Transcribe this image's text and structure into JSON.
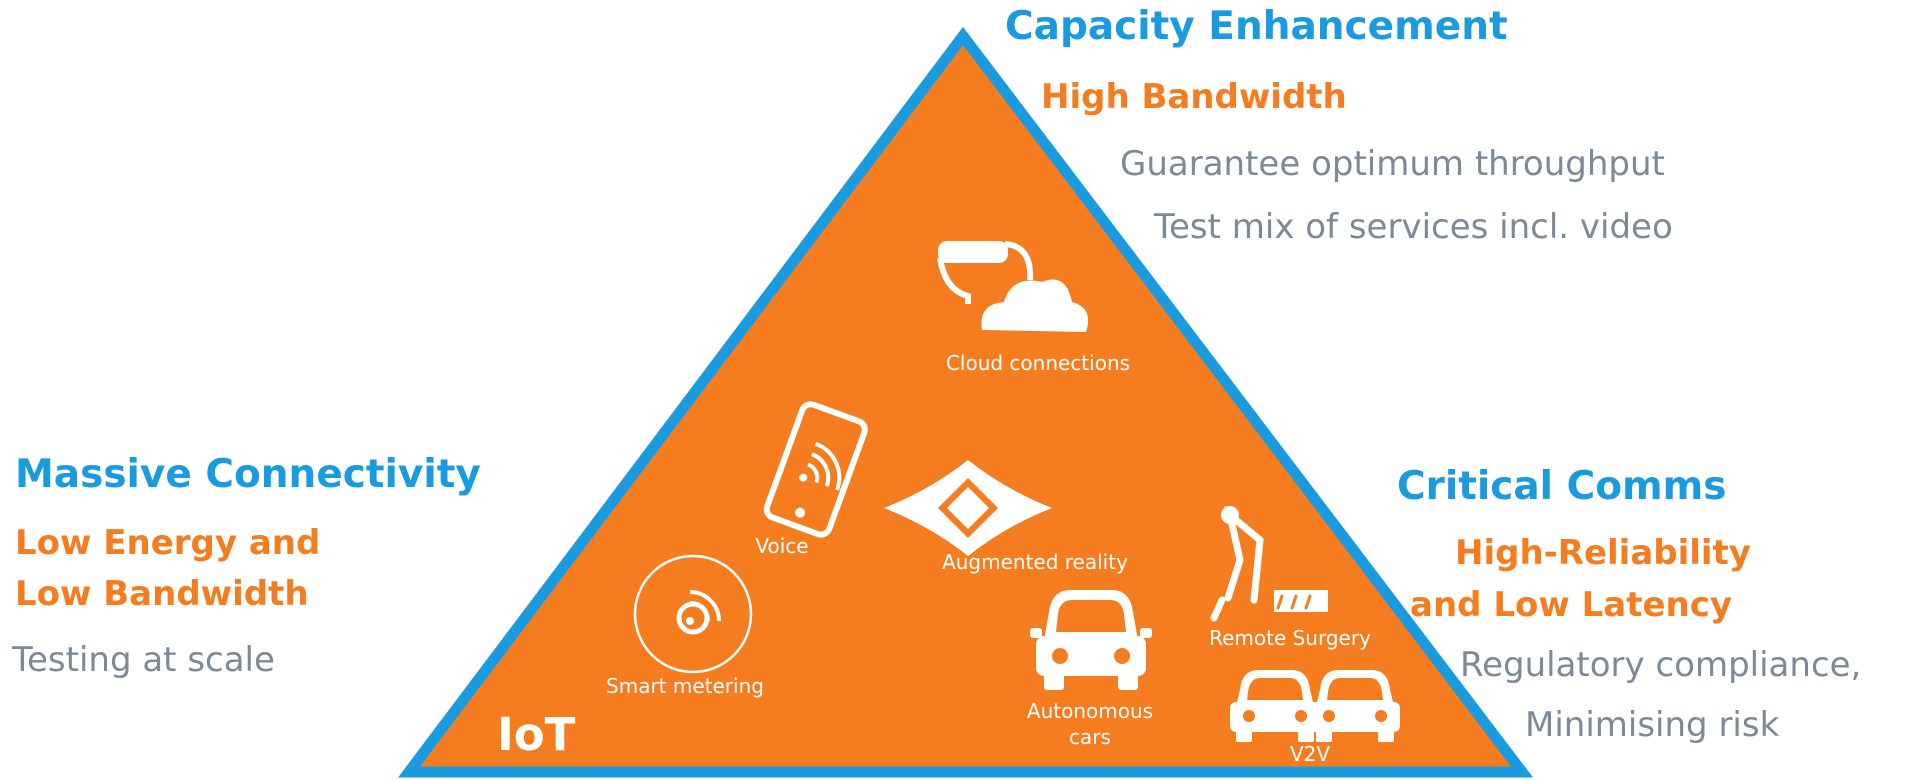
{
  "top": {
    "title": "Capacity Enhancement",
    "subtitle": "High Bandwidth",
    "lines": [
      "Guarantee optimum throughput",
      "Test mix of services incl. video"
    ]
  },
  "left": {
    "title": "Massive Connectivity",
    "subtitle_lines": [
      "Low Energy and",
      "Low Bandwidth"
    ],
    "text": "Testing at scale"
  },
  "right": {
    "title": "Critical Comms",
    "subtitle_lines": [
      "High-Reliability",
      "and Low Latency"
    ],
    "lines": [
      "Regulatory compliance,",
      "Minimising risk"
    ]
  },
  "triangle": {
    "corner_label": "IoT",
    "fill_color": "#f57d20",
    "border_color": "#1a9be0"
  },
  "icons": [
    {
      "icon": "vr-cloud-icon",
      "label": "Cloud connections"
    },
    {
      "icon": "smartphone-icon",
      "label": "Voice"
    },
    {
      "icon": "eye-icon",
      "label": "Augmented reality"
    },
    {
      "icon": "robot-arm-icon",
      "label": "Remote Surgery"
    },
    {
      "icon": "smart-meter-icon",
      "label": "Smart metering"
    },
    {
      "icon": "car-icon",
      "label": [
        "Autonomous",
        "cars"
      ]
    },
    {
      "icon": "two-cars-icon",
      "label": "V2V"
    }
  ]
}
